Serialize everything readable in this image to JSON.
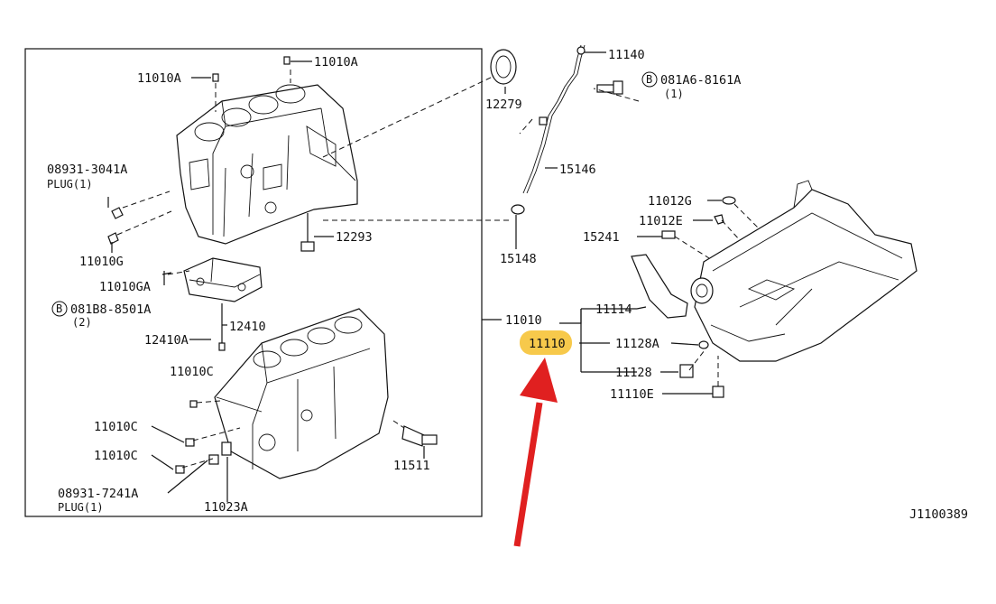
{
  "diagram_id": "J1100389",
  "highlight": {
    "part": "11110",
    "color": "#f7c94b"
  },
  "arrow_color": "#e02020",
  "labels": {
    "p11010A_top": "11010A",
    "p11010A_left": "11010A",
    "p12279": "12279",
    "p11140": "11140",
    "p081A6": "081A6-8161A",
    "p081A6_qty": "(1)",
    "p15146": "15146",
    "p08931_3041A": "08931-3041A",
    "plug1": "PLUG(1)",
    "p12293": "12293",
    "p15148": "15148",
    "p11010G": "11010G",
    "p11010GA": "11010GA",
    "p081B8": "081B8-8501A",
    "p081B8_qty": "(2)",
    "p12410": "12410",
    "p12410A": "12410A",
    "p11010": "11010",
    "p11114": "11114",
    "p11110": "11110",
    "p11128A": "11128A",
    "p11128": "11128",
    "p11110E": "11110E",
    "p11012G": "11012G",
    "p11012E": "11012E",
    "p15241": "15241",
    "p11010C_a": "11010C",
    "p11010C_b": "11010C",
    "p11010C_c": "11010C",
    "p11511": "11511",
    "p08931_7241A": "08931-7241A",
    "plug2": "PLUG(1)",
    "p11023A": "11023A",
    "circled_b": "B"
  }
}
